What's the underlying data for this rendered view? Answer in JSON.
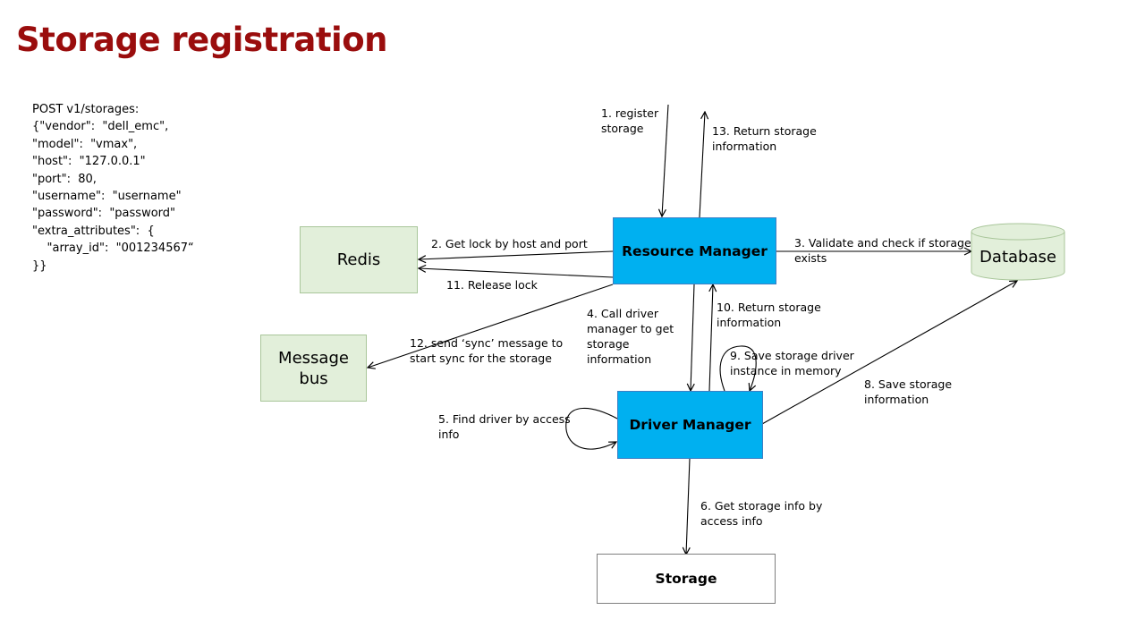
{
  "title": "Storage registration",
  "request": {
    "lines": [
      "POST v1/storages:",
      "",
      "{\"vendor\":  \"dell_emc\",",
      "\"model\":  \"vmax\",",
      "\"host\":  \"127.0.0.1\"",
      "\"port\":  80,",
      "\"username\":  \"username\"",
      "\"password\":  \"password\"",
      "\"extra_attributes\":  {",
      "    \"array_id\":  \"001234567“",
      "}}"
    ]
  },
  "nodes": {
    "resource_manager": "Resource Manager",
    "driver_manager": "Driver Manager",
    "redis": "Redis",
    "message_bus": "Message bus",
    "database": "Database",
    "storage": "Storage"
  },
  "steps": {
    "s1": "1. register storage",
    "s2": "2. Get lock by host and port",
    "s3": "3. Validate and check if storage exists",
    "s4": "4. Call driver manager to get storage information",
    "s5": "5. Find driver by access info",
    "s6": "6. Get storage info by access info",
    "s8": "8. Save storage information",
    "s9": "9. Save storage driver instance in memory",
    "s10": "10. Return storage information",
    "s11": "11. Release lock",
    "s12": "12. send ‘sync’ message to start sync for the storage",
    "s13": "13. Return storage information"
  },
  "colors": {
    "title": "#9a0d0d",
    "manager_fill": "#00b0f0",
    "store_fill": "#e2efda"
  }
}
